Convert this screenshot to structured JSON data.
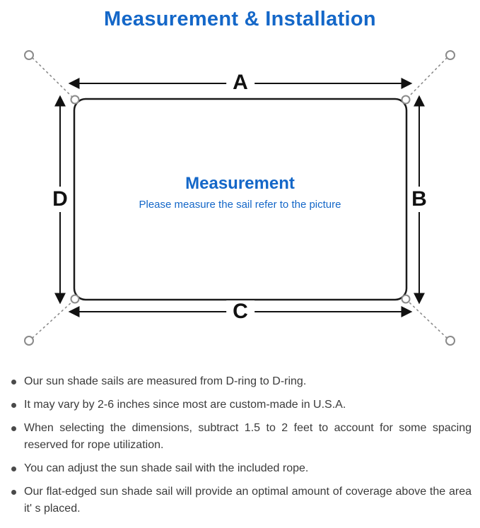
{
  "title": "Measurement & Installation",
  "colors": {
    "accent": "#1467c8",
    "line": "#1a1a1a",
    "guide": "#8a8a8a",
    "text": "#3b3b3b"
  },
  "diagram": {
    "labels": {
      "top": "A",
      "right": "B",
      "bottom": "C",
      "left": "D"
    },
    "center_title": "Measurement",
    "center_subtitle": "Please measure the sail refer to the picture"
  },
  "bullets": [
    "Our sun shade sails are measured from D-ring to D-ring.",
    "It may vary by 2-6 inches since most are custom-made in U.S.A.",
    "When selecting the dimensions, subtract 1.5 to 2 feet to account for some spacing reserved for rope utilization.",
    "You can adjust the sun shade sail with the included rope.",
    "Our flat-edged sun shade sail will provide an optimal amount of coverage above the area it' s placed."
  ]
}
